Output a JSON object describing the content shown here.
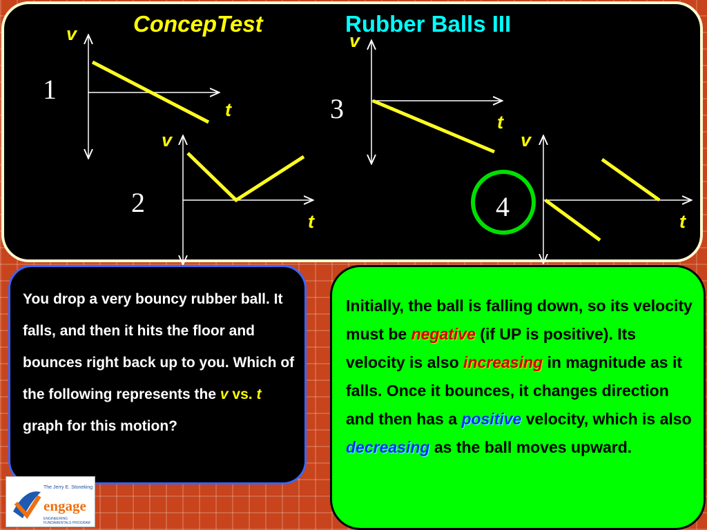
{
  "title": {
    "prefix": "ConcepTest",
    "main": "Rubber Balls III"
  },
  "graphs": {
    "axis_v": "v",
    "axis_t": "t",
    "labels": [
      "1",
      "2",
      "3",
      "4"
    ],
    "line_color": "#ffff22",
    "highlight_color": "#00e000"
  },
  "question": {
    "text": "You drop a very bouncy rubber ball.  It falls, and then it hits the floor and bounces right back up to you.  Which of the following represents the ",
    "v": "v",
    "vs": "vs.",
    "t": "t",
    "end": " graph for this motion?"
  },
  "answer": {
    "p1": "Initially, the ball is falling down, so its velocity must be ",
    "w1": "negative",
    "p2": " (if UP is positive).  Its velocity is also ",
    "w2": "increasing",
    "p3": " in magnitude as it falls.  Once it bounces, it changes direction and then has a ",
    "w3": "positive",
    "p4": " velocity, which is also ",
    "w4": "decreasing",
    "p5": " as the ball moves upward."
  },
  "logo": {
    "small": "The Jerry E. Stoneking",
    "brand": "engage",
    "tag": "ENGINEERING FUNDAMENTALS PROGRAM"
  }
}
